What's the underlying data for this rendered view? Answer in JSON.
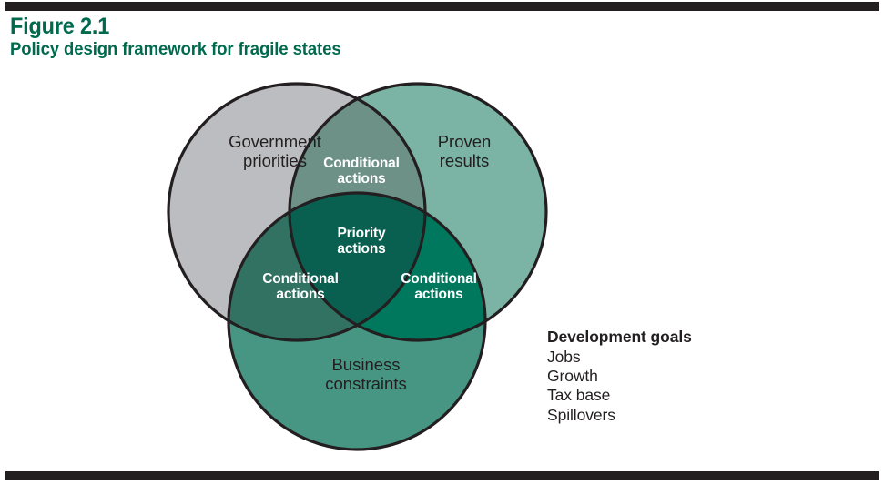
{
  "figure": {
    "number": "Figure 2.1",
    "title": "Policy design framework for fragile states"
  },
  "colors": {
    "heading_green": "#006a4e",
    "rule_black": "#231f20",
    "circle_government": "#bcbdc0",
    "circle_proven": "#7bb3a5",
    "circle_business": "#479583",
    "overlap_gov_proven": "#6d9087",
    "overlap_gov_business": "#327263",
    "overlap_proven_business": "#00785e",
    "overlap_center": "#0a6050",
    "stroke": "#231f20",
    "label_dark": "#231f20",
    "label_light": "#ffffff"
  },
  "venn": {
    "type": "three-set-venn",
    "sets": [
      {
        "id": "government",
        "label_line1": "Government",
        "label_line2": "priorities",
        "fill": "#bcbdc0",
        "position": "top-left"
      },
      {
        "id": "proven",
        "label_line1": "Proven",
        "label_line2": "results",
        "fill": "#7bb3a5",
        "position": "top-right"
      },
      {
        "id": "business",
        "label_line1": "Business",
        "label_line2": "constraints",
        "fill": "#479583",
        "position": "bottom"
      }
    ],
    "intersections": [
      {
        "id": "gov-proven",
        "label_line1": "Conditional",
        "label_line2": "actions",
        "fill": "#6d9087",
        "sets": [
          "government",
          "proven"
        ]
      },
      {
        "id": "gov-business",
        "label_line1": "Conditional",
        "label_line2": "actions",
        "fill": "#327263",
        "sets": [
          "government",
          "business"
        ]
      },
      {
        "id": "proven-business",
        "label_line1": "Conditional",
        "label_line2": "actions",
        "fill": "#00785e",
        "sets": [
          "proven",
          "business"
        ]
      },
      {
        "id": "center",
        "label_line1": "Priority",
        "label_line2": "actions",
        "fill": "#0a6050",
        "sets": [
          "government",
          "proven",
          "business"
        ]
      }
    ]
  },
  "goals": {
    "title": "Development goals",
    "items": [
      "Jobs",
      "Growth",
      "Tax base",
      "Spillovers"
    ]
  }
}
